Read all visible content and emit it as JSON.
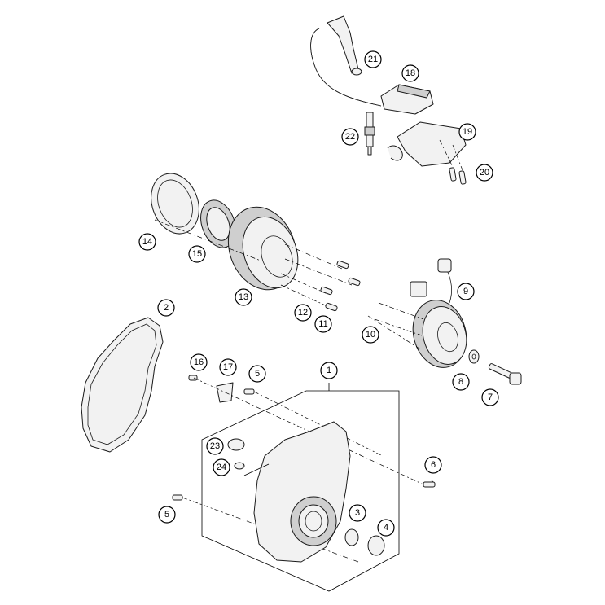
{
  "diagram": {
    "callouts": [
      {
        "id": "c1",
        "label": "1"
      },
      {
        "id": "c2",
        "label": "2"
      },
      {
        "id": "c3",
        "label": "3"
      },
      {
        "id": "c4",
        "label": "4"
      },
      {
        "id": "c5a",
        "label": "5"
      },
      {
        "id": "c5b",
        "label": "5"
      },
      {
        "id": "c6",
        "label": "6"
      },
      {
        "id": "c7",
        "label": "7"
      },
      {
        "id": "c8",
        "label": "8"
      },
      {
        "id": "c9",
        "label": "9"
      },
      {
        "id": "c10",
        "label": "10"
      },
      {
        "id": "c11",
        "label": "11"
      },
      {
        "id": "c12",
        "label": "12"
      },
      {
        "id": "c13",
        "label": "13"
      },
      {
        "id": "c14",
        "label": "14"
      },
      {
        "id": "c15",
        "label": "15"
      },
      {
        "id": "c16",
        "label": "16"
      },
      {
        "id": "c17",
        "label": "17"
      },
      {
        "id": "c18",
        "label": "18"
      },
      {
        "id": "c19",
        "label": "19"
      },
      {
        "id": "c20",
        "label": "20"
      },
      {
        "id": "c21",
        "label": "21"
      },
      {
        "id": "c22",
        "label": "22"
      },
      {
        "id": "c23",
        "label": "23"
      },
      {
        "id": "c24",
        "label": "24"
      }
    ]
  }
}
